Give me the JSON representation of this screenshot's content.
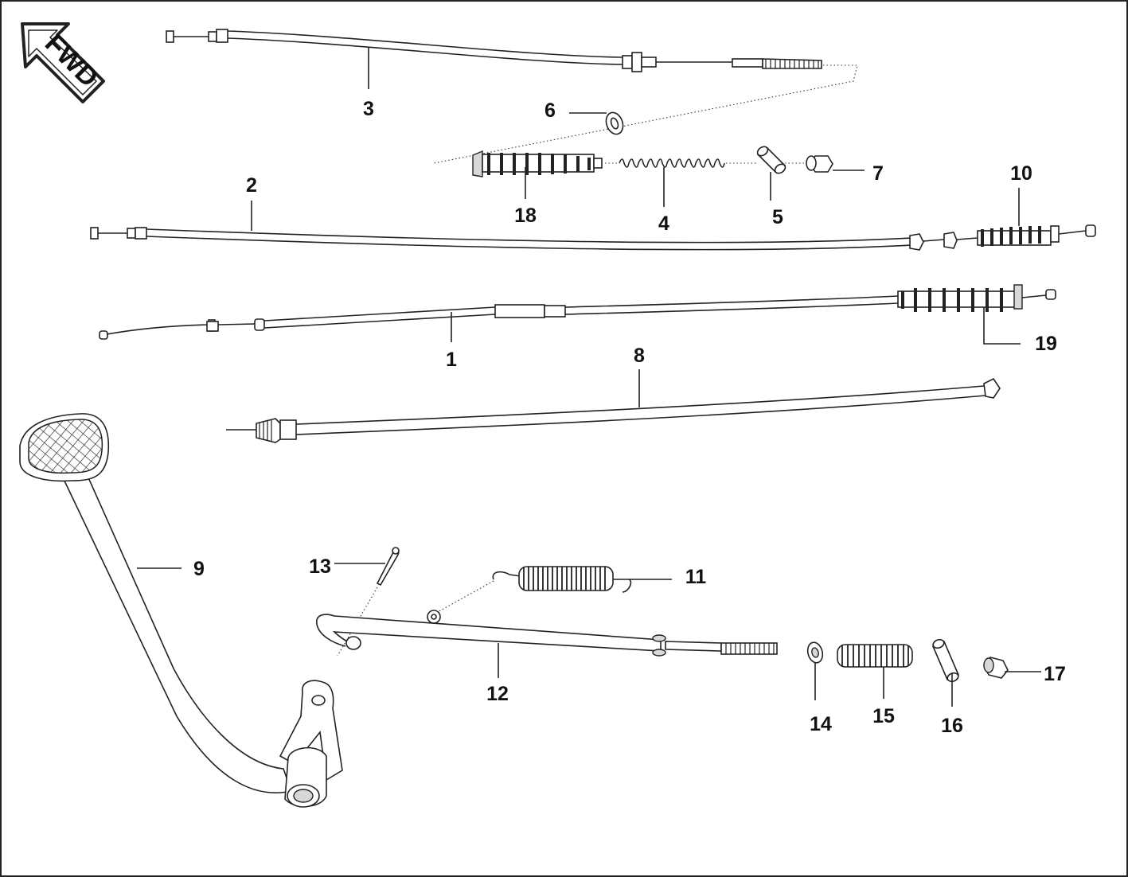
{
  "badge": {
    "text": "FWD"
  },
  "callouts": [
    {
      "id": "callout-1",
      "text": "1"
    },
    {
      "id": "callout-2",
      "text": "2"
    },
    {
      "id": "callout-3",
      "text": "3"
    },
    {
      "id": "callout-4",
      "text": "4"
    },
    {
      "id": "callout-5",
      "text": "5"
    },
    {
      "id": "callout-6",
      "text": "6"
    },
    {
      "id": "callout-7",
      "text": "7"
    },
    {
      "id": "callout-8",
      "text": "8"
    },
    {
      "id": "callout-9",
      "text": "9"
    },
    {
      "id": "callout-10",
      "text": "10"
    },
    {
      "id": "callout-11",
      "text": "11"
    },
    {
      "id": "callout-12",
      "text": "12"
    },
    {
      "id": "callout-13",
      "text": "13"
    },
    {
      "id": "callout-14",
      "text": "14"
    },
    {
      "id": "callout-15",
      "text": "15"
    },
    {
      "id": "callout-16",
      "text": "16"
    },
    {
      "id": "callout-17",
      "text": "17"
    },
    {
      "id": "callout-18",
      "text": "18"
    },
    {
      "id": "callout-19",
      "text": "19"
    }
  ],
  "colors": {
    "line": "#222222",
    "background": "#ffffff",
    "fill_grey": "#d8d8d8"
  }
}
